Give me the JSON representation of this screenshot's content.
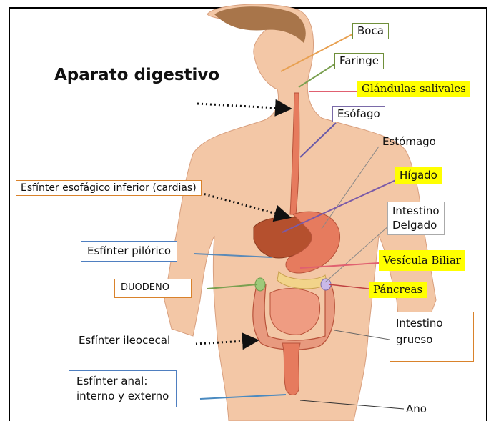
{
  "title": "Aparato digestivo",
  "labels": {
    "boca": "Boca",
    "faringe": "Faringe",
    "glandulas": "Glándulas salivales",
    "esofago": "Esófago",
    "estomago": "Estómago",
    "cardias": "Esfínter esofágico inferior (cardias)",
    "higado": "Hígado",
    "intestino_delgado_1": "Intestino",
    "intestino_delgado_2": "Delgado",
    "piloro": "Esfínter pilórico",
    "vesicula": "Vesícula Biliar",
    "duodeno": "DUODENO",
    "pancreas": "Páncreas",
    "ileocecal": "Esfínter ileocecal",
    "intestino_grueso_1": "Intestino",
    "intestino_grueso_2": "grueso",
    "anal_1": "Esfínter anal:",
    "anal_2": "interno y externo",
    "ano": "Ano"
  },
  "colors": {
    "highlight": "#ffff00",
    "box_green": "#6f8f3a",
    "box_purple": "#7a6aa8",
    "box_orange": "#d9822b",
    "box_blue": "#4f7fc0",
    "skin": "#f3c7a6",
    "organ": "#e67b5e",
    "liver": "#b5502e"
  }
}
